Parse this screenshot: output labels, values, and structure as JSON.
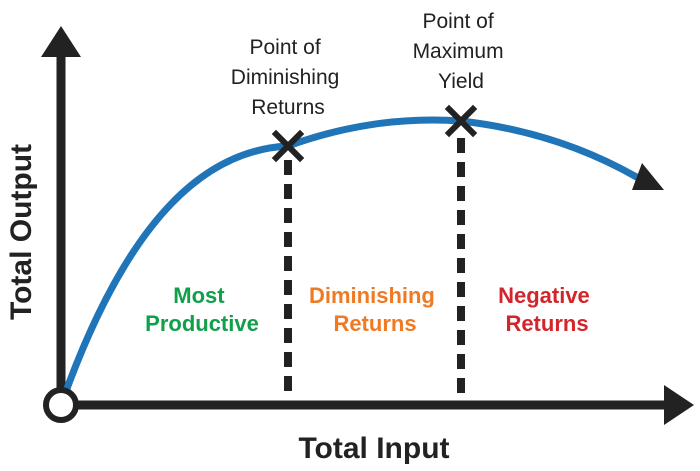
{
  "axes": {
    "x_label": "Total Input",
    "y_label": "Total Output"
  },
  "points": [
    {
      "lines": [
        "Point of",
        "Diminishing",
        "Returns"
      ]
    },
    {
      "lines": [
        "Point of",
        "Maximum",
        "Yield"
      ]
    }
  ],
  "regions": [
    {
      "lines": [
        "Most",
        "Productive"
      ],
      "color": "#10a04a"
    },
    {
      "lines": [
        "Diminishing",
        "Returns"
      ],
      "color": "#f07a24"
    },
    {
      "lines": [
        "Negative",
        "Returns"
      ],
      "color": "#d2262c"
    }
  ],
  "colors": {
    "curve": "#1f75b8",
    "axis": "#222222"
  }
}
